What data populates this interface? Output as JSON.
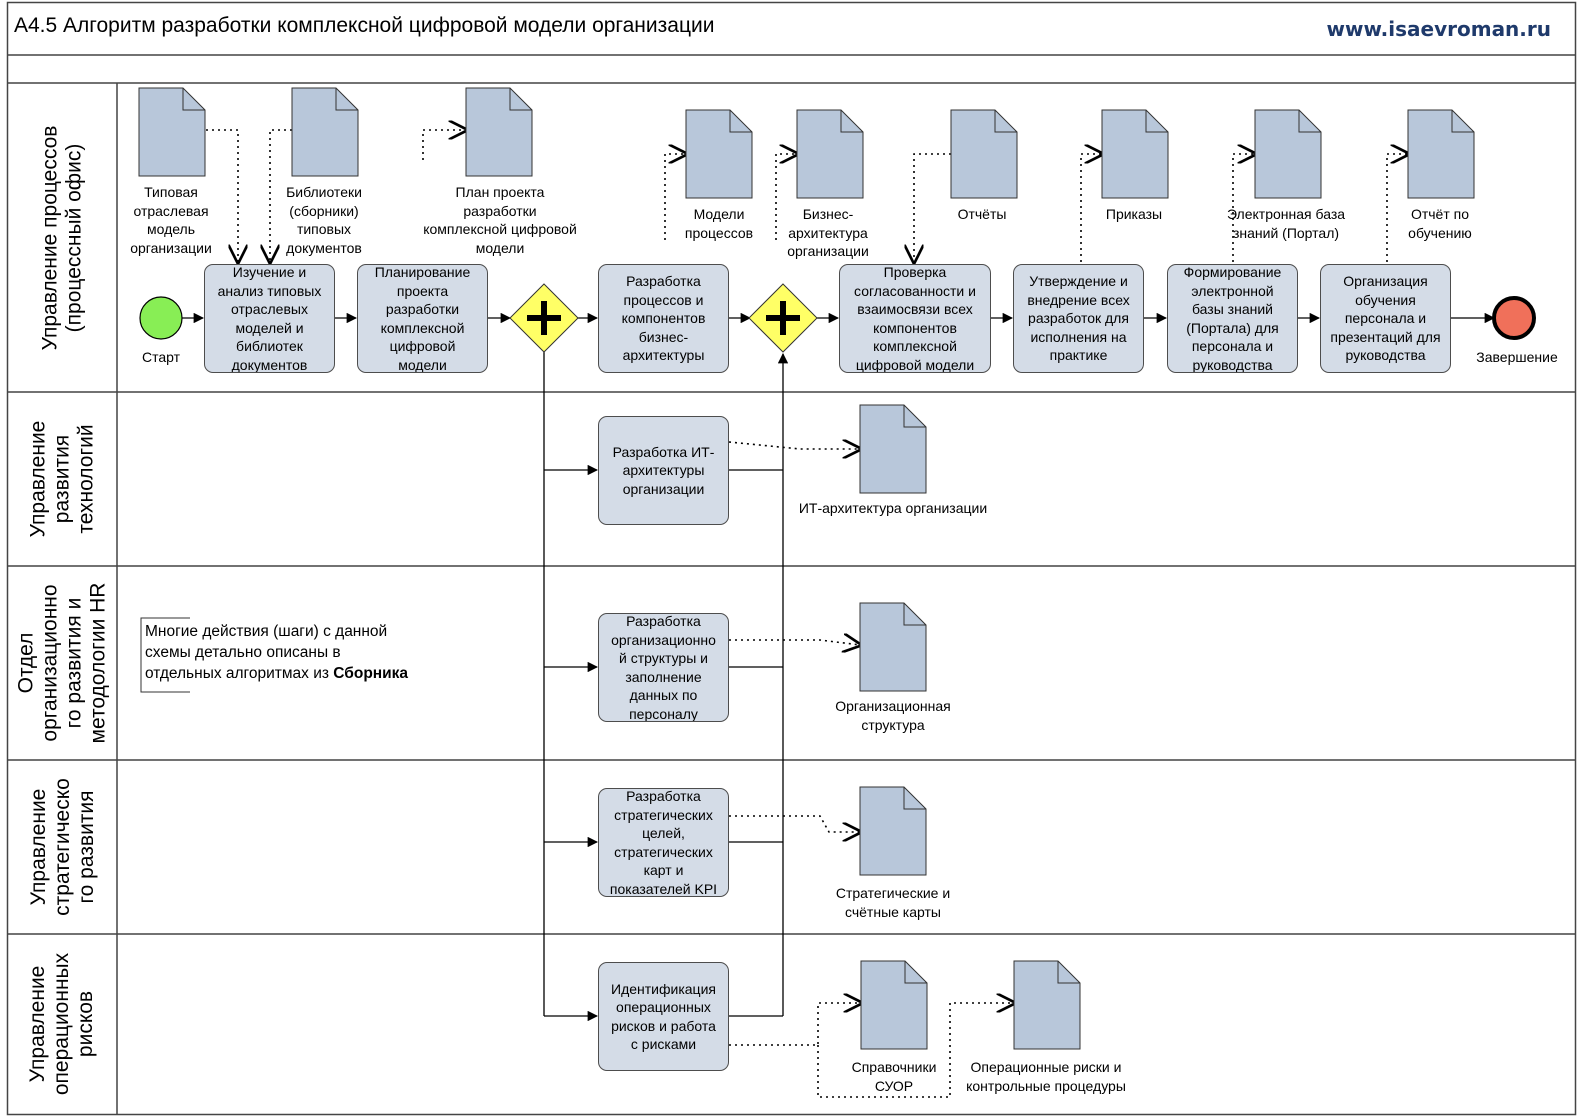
{
  "header": {
    "title": "А4.5 Алгоритм разработки комплексной цифровой модели организации",
    "site": "www.isaevroman.ru"
  },
  "lanes": [
    {
      "label": "Управление процессов\n(процессный офис)"
    },
    {
      "label": "Управление\nразвития\nтехнологий"
    },
    {
      "label": "Отдел\nорганизационно\nго развития и\nметодологии HR"
    },
    {
      "label": "Управление\nстратегическо\nго развития"
    },
    {
      "label": "Управление\nоперационных\nрисков"
    }
  ],
  "events": {
    "start": "Старт",
    "end": "Завершение"
  },
  "tasks": [
    {
      "label": "Изучение и\nанализ типовых\nотраслевых\nмоделей и\nбиблиотек\nдокументов"
    },
    {
      "label": "Планирование\nпроекта\nразработки\nкомплексной\nцифровой\nмодели"
    },
    {
      "label": "Разработка\nпроцессов и\nкомпонентов\nбизнес-\nархитектуры"
    },
    {
      "label": "Проверка\nсогласованности и\nвзаимосвязи всех\nкомпонентов\nкомплексной\nцифровой модели"
    },
    {
      "label": "Утверждение и\nвнедрение всех\nразработок для\nисполнения на\nпрактике"
    },
    {
      "label": "Формирование\nэлектронной\nбазы знаний\n(Портала) для\nперсонала и\nруководства"
    },
    {
      "label": "Организация\nобучения\nперсонала и\nпрезентаций для\nруководства"
    },
    {
      "label": "Разработка ИТ-\nархитектуры\nорганизации"
    },
    {
      "label": "Разработка\nорганизационно\nй структуры и\nзаполнение\nданных по\nперсоналу"
    },
    {
      "label": "Разработка\nстратегических\nцелей,\nстратегических\nкарт и\nпоказателей KPI"
    },
    {
      "label": "Идентификация\nоперационных\nрисков и работа\nс рисками"
    }
  ],
  "documents": [
    {
      "label": "Типовая\nотраслевая\nмодель\nорганизации"
    },
    {
      "label": "Библиотеки\n(сборники)\nтиповых\nдокументов"
    },
    {
      "label": "План проекта\nразработки\nкомплексной цифровой\nмодели"
    },
    {
      "label": "Модели\nпроцессов"
    },
    {
      "label": "Бизнес-\nархитектура\nорганизации"
    },
    {
      "label": "Отчёты"
    },
    {
      "label": "Приказы"
    },
    {
      "label": "Электронная база\nзнаний (Портал)"
    },
    {
      "label": "Отчёт по\nобучению"
    },
    {
      "label": "ИТ-архитектура организации"
    },
    {
      "label": "Организационная\nструктура"
    },
    {
      "label": "Стратегические и\nсчётные карты"
    },
    {
      "label": "Справочники\nСУОР"
    },
    {
      "label": "Операционные риски и\nконтрольные процедуры"
    }
  ],
  "note": {
    "text": "Многие действия (шаги) с данной\nсхемы детально описаны в\nотдельных алгоритмах из ",
    "bold": "Сборника"
  },
  "colors": {
    "task_fill": "#d4dce7",
    "doc_fill": "#b8c7da",
    "gateway_fill": "#ffff66",
    "start_fill": "#88ee55",
    "end_fill": "#f0705a",
    "site_color": "#1f3a6b"
  }
}
